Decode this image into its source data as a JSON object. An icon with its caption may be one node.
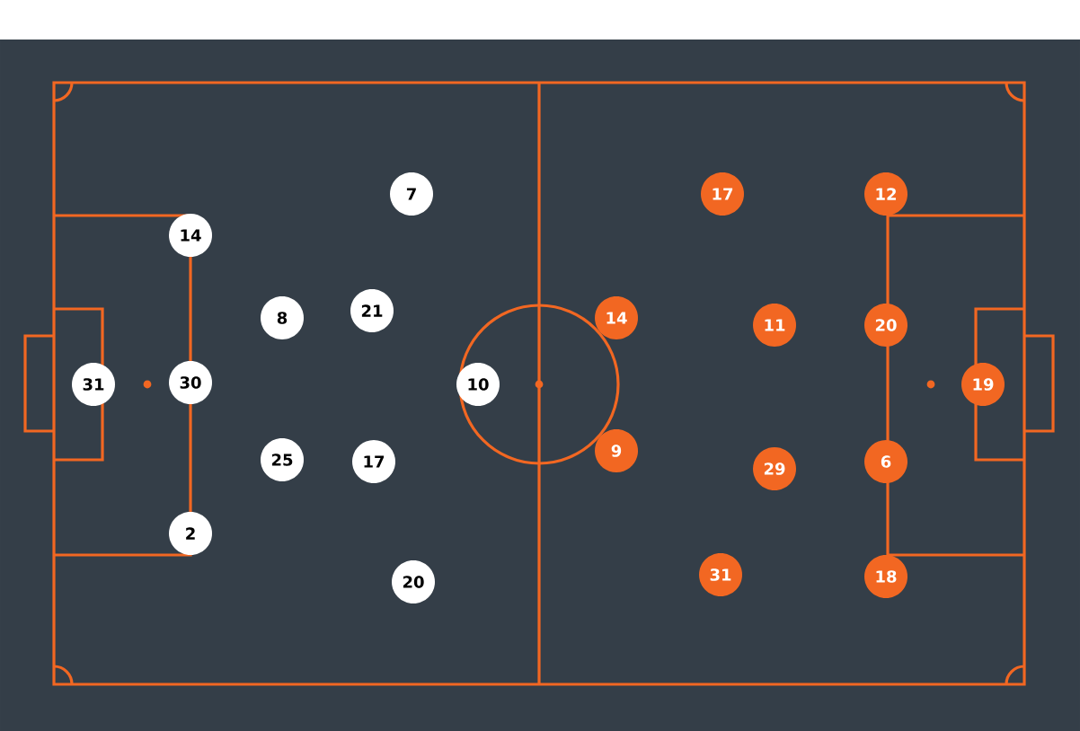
{
  "diagram": {
    "nodes": [
      {
        "text": [
          "7"
        ]
      },
      {
        "text": [
          "14"
        ]
      },
      {
        "text": [
          "8"
        ]
      },
      {
        "text": [
          "21"
        ]
      },
      {
        "text": [
          "31"
        ]
      },
      {
        "text": [
          "30"
        ]
      },
      {
        "text": [
          "10"
        ]
      },
      {
        "text": [
          "25"
        ]
      },
      {
        "text": [
          "17"
        ]
      },
      {
        "text": [
          "2"
        ]
      },
      {
        "text": [
          "20"
        ]
      },
      {
        "text": [
          "17"
        ]
      },
      {
        "text": [
          "12"
        ]
      },
      {
        "text": [
          "14"
        ]
      },
      {
        "text": [
          "11"
        ]
      },
      {
        "text": [
          "20"
        ]
      },
      {
        "text": [
          "19"
        ]
      },
      {
        "text": [
          "9"
        ]
      },
      {
        "text": [
          "29"
        ]
      },
      {
        "text": [
          "6"
        ]
      },
      {
        "text": [
          "31"
        ]
      },
      {
        "text": [
          "18"
        ]
      }
    ]
  }
}
